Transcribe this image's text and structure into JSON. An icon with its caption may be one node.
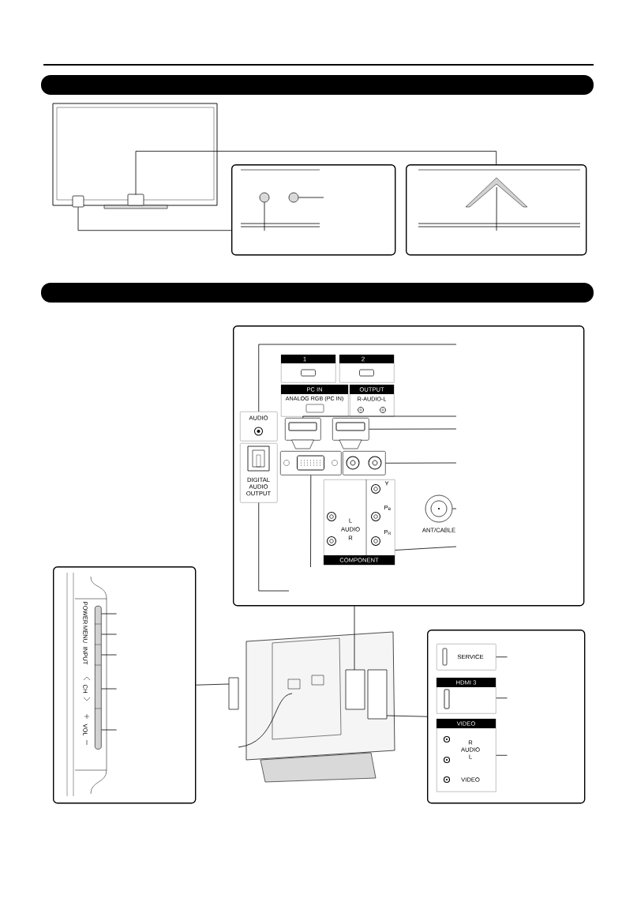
{
  "diagram": {
    "nodes": [
      {
        "text": [],
        "shape": "picture"
      },
      {
        "text": [],
        "shape": "box"
      },
      {
        "text": [],
        "shape": "box"
      },
      {
        "text": [],
        "shape": "circle",
        "in": 1
      },
      {
        "text": [],
        "shape": "circle",
        "in": 1
      },
      {
        "text": [],
        "shape": "chevron",
        "in": 2
      },
      {
        "text": [],
        "shape": "box"
      },
      {
        "text": [
          "AUDIO"
        ],
        "in": 6
      },
      {
        "text": [
          "DIGITAL AUDIO OUTPUT"
        ],
        "in": 6
      },
      {
        "text": [
          "PC IN",
          "ANALOG RGB (PC IN)"
        ],
        "in": 6
      },
      {
        "text": [
          "OUTPUT",
          "R-AUDIO-L"
        ],
        "in": 6
      },
      {
        "text": [],
        "shape": "box",
        "in": 6
      },
      {
        "text": [],
        "shape": "box",
        "in": 6
      },
      {
        "text": [],
        "shape": "box",
        "in": 6
      },
      {
        "text": [],
        "shape": "box",
        "in": 6
      },
      {
        "text": [
          "Y",
          "P$_{B}$",
          "P$_{R}$",
          "L AUDIO R",
          "COMPONENT"
        ],
        "in": 6
      },
      {
        "text": [],
        "shape": "circle",
        "in": 6,
        "beside": [
          "ANT/CABLE"
        ]
      },
      {
        "text": [],
        "shape": "picture"
      },
      {
        "text": [],
        "shape": "box"
      },
      {
        "text": [
          "POWER",
          "MENU",
          "INPUT",
          "CH",
          "VOL"
        ],
        "in": 18
      },
      {
        "text": [],
        "shape": "box"
      },
      {
        "text": [
          "SERVICE"
        ],
        "in": 20
      },
      {
        "text": [
          "HDMI 3"
        ],
        "in": 20
      },
      {
        "text": [
          "VIDEO",
          "R AUDIO L",
          "VIDEO"
        ],
        "in": 20
      },
      {
        "text": [
          "1"
        ],
        "in": 6
      },
      {
        "text": [
          "2"
        ],
        "in": 6
      }
    ],
    "edges": [
      {
        "from": 0,
        "to": 1,
        "arrow": "none"
      },
      {
        "from": 0,
        "to": 2,
        "arrow": "none"
      },
      {
        "from": 4,
        "to": null,
        "arrow": "none"
      },
      {
        "from": 3,
        "to": null,
        "arrow": "none"
      },
      {
        "from": 5,
        "to": null,
        "arrow": "none"
      },
      {
        "from": 7,
        "to": null,
        "arrow": "none"
      },
      {
        "from": 11,
        "to": null,
        "arrow": "none"
      },
      {
        "from": 12,
        "to": null,
        "arrow": "none"
      },
      {
        "from": 14,
        "to": null,
        "arrow": "none"
      },
      {
        "from": 16,
        "to": null,
        "arrow": "none"
      },
      {
        "from": 15,
        "to": null,
        "arrow": "none"
      },
      {
        "from": 13,
        "to": null,
        "arrow": "none"
      },
      {
        "from": 8,
        "to": null,
        "arrow": "none"
      },
      {
        "from": 6,
        "to": 17,
        "arrow": "none"
      },
      {
        "from": 18,
        "to": 17,
        "arrow": "none"
      },
      {
        "from": 20,
        "to": 17,
        "arrow": "none"
      },
      {
        "from": 19,
        "to": null,
        "arrow": "none"
      },
      {
        "from": 19,
        "to": null,
        "arrow": "none"
      },
      {
        "from": 19,
        "to": null,
        "arrow": "none"
      },
      {
        "from": 19,
        "to": null,
        "arrow": "none"
      },
      {
        "from": 19,
        "to": null,
        "arrow": "none"
      },
      {
        "from": 21,
        "to": null,
        "arrow": "none"
      },
      {
        "from": 22,
        "to": null,
        "arrow": "none"
      },
      {
        "from": 23,
        "to": null,
        "arrow": "none"
      }
    ]
  }
}
